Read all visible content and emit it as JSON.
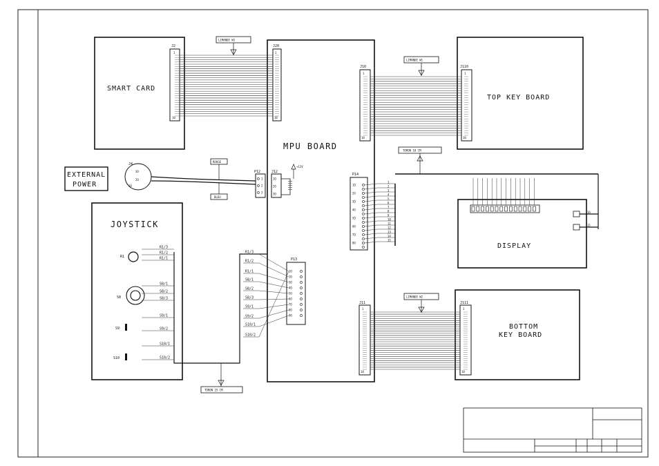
{
  "blocks": {
    "smart_card": "SMART CARD",
    "top_key_board": "TOP KEY BOARD",
    "mpu_board": "MPU BOARD",
    "external_power_line1": "EXTERNAL",
    "external_power_line2": "POWER",
    "joystick": "JOYSTICK",
    "display": "DISPLAY",
    "bottom_key_board_line1": "BOTTOM",
    "bottom_key_board_line2": "KEY BOARD"
  },
  "cables": {
    "limande_w3": "LIMANDE W3",
    "limande_w1": "LIMANDE W1",
    "limande_w2": "LIMANDE W2",
    "toron_10": "TORON 10 CM",
    "toron_25": "TORON 25 CM",
    "rouge": "ROUGE",
    "bleu": "BLEU",
    "p12v": "+12V"
  },
  "connectors": {
    "j2": "J2",
    "j20": "J20",
    "j10": "J10",
    "j110": "J110",
    "j4": "J4",
    "p12": "P12",
    "j12": "J12",
    "p14": "P14",
    "p13": "P13",
    "j11": "J11",
    "j111": "J111",
    "pin_1": "1",
    "pin_10": "10",
    "pin_18": "18",
    "j4_pins": [
      "3O",
      "2O",
      "1O"
    ],
    "p12_pins": [
      "1",
      "2",
      "3"
    ],
    "j12_pins": [
      "1O",
      "2O",
      "3O"
    ]
  },
  "p14_pins": [
    "1",
    "2",
    "3",
    "4",
    "5",
    "6",
    "7",
    "8",
    "9",
    "10",
    "11",
    "12",
    "13",
    "14",
    "15"
  ],
  "p14_left": [
    "1O",
    "2O",
    "3O",
    "4O",
    "5O",
    "6O",
    "7O",
    "8O"
  ],
  "p13_pins": [
    "1",
    "2",
    "3",
    "4",
    "5",
    "6",
    "7",
    "8",
    "9"
  ],
  "joystick_signals": [
    "R1/3",
    "R1/2",
    "R1/1",
    "S8/1",
    "S8/2",
    "S8/3",
    "S9/1",
    "S9/2",
    "S10/1",
    "S10/2"
  ],
  "mpu_signals": [
    "R1/3",
    "R1/2",
    "R1/1",
    "S8/1",
    "S8/2",
    "S8/3",
    "S9/1",
    "S9/2",
    "S10/1",
    "S10/2"
  ],
  "joystick_parts": [
    "R1",
    "S8",
    "S9",
    "S10"
  ],
  "display_pins": [
    "16",
    "15"
  ]
}
